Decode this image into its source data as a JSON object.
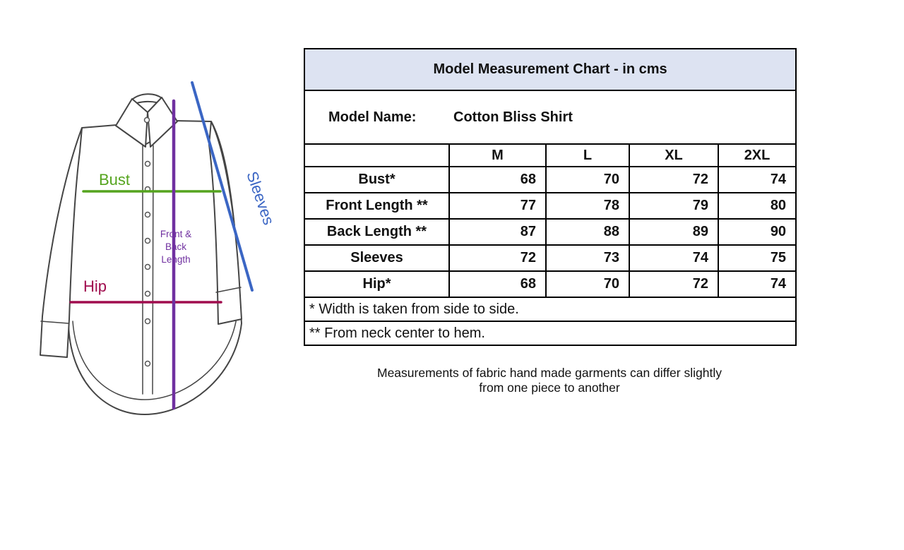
{
  "chart_data": {
    "type": "table",
    "title": "Model Measurement Chart - in cms",
    "model_name_label": "Model Name:",
    "model_name": "Cotton Bliss Shirt",
    "columns": [
      "M",
      "L",
      "XL",
      "2XL"
    ],
    "rows": [
      {
        "label": "Bust*",
        "values": [
          68,
          70,
          72,
          74
        ]
      },
      {
        "label": "Front Length **",
        "values": [
          77,
          78,
          79,
          80
        ]
      },
      {
        "label": "Back Length **",
        "values": [
          87,
          88,
          89,
          90
        ]
      },
      {
        "label": "Sleeves",
        "values": [
          72,
          73,
          74,
          75
        ]
      },
      {
        "label": "Hip*",
        "values": [
          68,
          70,
          72,
          74
        ]
      }
    ],
    "footnotes": [
      "* Width is taken from side to side.",
      "** From neck center to hem."
    ]
  },
  "diagram": {
    "bust_label": "Bust",
    "hip_label": "Hip",
    "sleeves_label": "Sleeves",
    "length_label_line1": "Front &",
    "length_label_line2": "Back",
    "length_label_line3": "Length",
    "colors": {
      "bust_line": "#55a41e",
      "hip_line": "#a00d4e",
      "length_line": "#7030a0",
      "sleeve_line": "#3b66c4",
      "outline": "#454545"
    }
  },
  "note": {
    "line1": "Measurements of fabric hand made garments can differ slightly",
    "line2": "from one piece to another"
  },
  "colors": {
    "table_title_bg": "#dde3f2",
    "table_border": "#000000",
    "background": "#ffffff"
  }
}
